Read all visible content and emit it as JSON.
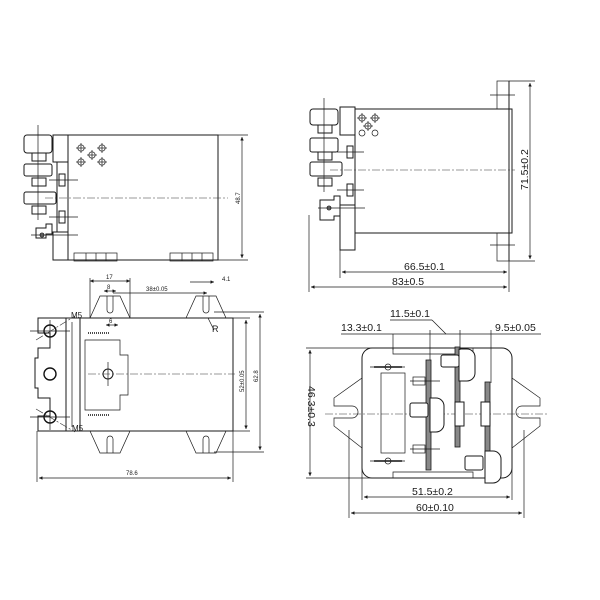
{
  "drawing": {
    "line_color": "#1a1a1a",
    "background": "#ffffff"
  },
  "views": {
    "top_left": {
      "name": "side-view-left",
      "dims": {
        "height": "48.7"
      }
    },
    "bottom_left": {
      "name": "top-view-left",
      "dims": {
        "width_17": "17",
        "slot_8": "8",
        "slot_6": "6",
        "pitch": "38±0.05",
        "tab_4_1": "4.1",
        "radius": "R",
        "body_height": "52±0.05",
        "overall_height": "62.8",
        "overall_length": "78.6",
        "thread_top": "M5",
        "thread_bottom": "M5"
      }
    },
    "top_right": {
      "name": "side-view-right",
      "dims": {
        "height": "71.5±0.2",
        "body_length": "66.5±0.1",
        "overall_length": "83±0.5"
      }
    },
    "bottom_right": {
      "name": "top-view-right",
      "dims": {
        "offset_left": "13.3±0.1",
        "pitch_center": "11.5±0.1",
        "offset_right": "9.5±0.05",
        "height": "46.3±0.3",
        "mount_pitch": "51.5±0.2",
        "overall_width": "60±0.10"
      }
    }
  }
}
